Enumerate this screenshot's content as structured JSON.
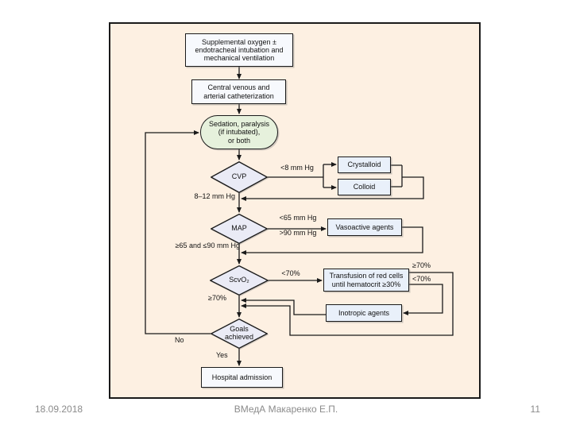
{
  "slide": {
    "footer": {
      "date": "18.09.2018",
      "author": "ВМедА Макаренко Е.П.",
      "page_number": "11"
    }
  },
  "diagram": {
    "title_semantic": "Early goal-directed therapy protocol flowchart",
    "nodes": {
      "supplemental": {
        "label": "Supplemental oxygen ±\nendotracheal intubation and\nmechanical ventilation"
      },
      "catheterization": {
        "label": "Central venous and\narterial catheterization"
      },
      "sedation": {
        "label": "Sedation, paralysis\n(if intubated),\nor both"
      },
      "cvp": {
        "label": "CVP"
      },
      "crystalloid": {
        "label": "Crystalloid"
      },
      "colloid": {
        "label": "Colloid"
      },
      "map": {
        "label": "MAP"
      },
      "vasoactive": {
        "label": "Vasoactive agents"
      },
      "scvo2": {
        "label": "ScvO₂"
      },
      "transfusion": {
        "label": "Transfusion of red cells\nuntil hematocrit ≥30%"
      },
      "inotropic": {
        "label": "Inotropic agents"
      },
      "goals": {
        "label": "Goals\nachieved"
      },
      "hospital": {
        "label": "Hospital admission"
      }
    },
    "edge_labels": {
      "cvp_low": "<8 mm Hg",
      "cvp_target": "8–12 mm Hg",
      "map_low": "<65 mm Hg",
      "map_high": ">90 mm Hg",
      "map_target": "≥65 and ≤90 mm Hg",
      "scvo2_low": "<70%",
      "scvo2_target": "≥70%",
      "transfusion_ok": "≥70%",
      "transfusion_low": "<70%",
      "no": "No",
      "yes": "Yes"
    },
    "colors": {
      "canvas_bg": "#fdf0e2",
      "process_fill": "#f7f9fd",
      "action_fill": "#e9f0fa",
      "decision_fill": "#eaebf6",
      "sedation_fill": "#e6f1dc",
      "line": "#1a1a1a",
      "footer_text": "#8b8b8b"
    }
  }
}
